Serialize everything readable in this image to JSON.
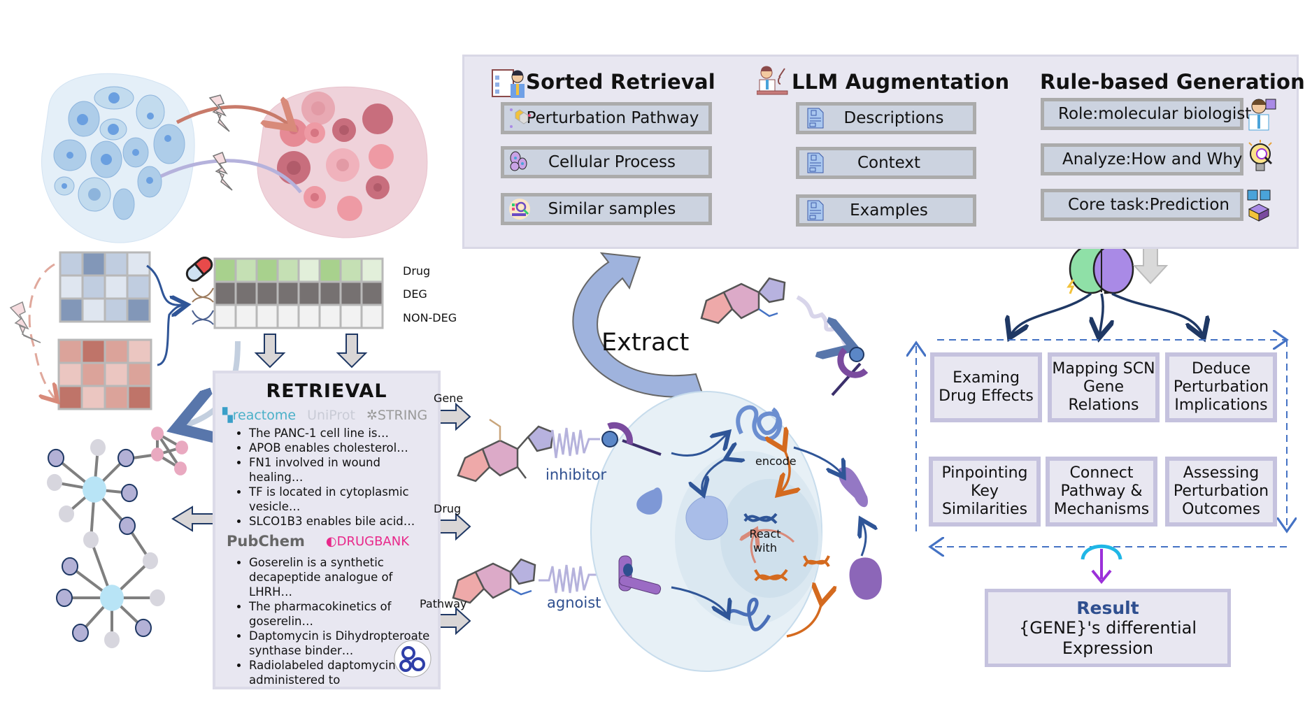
{
  "sorted_retrieval": {
    "title": "Sorted Retrieval",
    "icon": "clipboard-person-icon",
    "items": [
      {
        "label": "Perturbation Pathway",
        "icon": "pathway-hexagon-icon"
      },
      {
        "label": "Cellular Process",
        "icon": "cells-icon"
      },
      {
        "label": "Similar samples",
        "icon": "heatmap-magnifier-icon"
      }
    ]
  },
  "llm_augmentation": {
    "title": "LLM Augmentation",
    "icon": "scientist-microscope-icon",
    "middle_icon": "openai-logo-icon",
    "items": [
      {
        "label": "Descriptions",
        "icon": "document-icon"
      },
      {
        "label": "Context",
        "icon": "document-icon"
      },
      {
        "label": "Examples",
        "icon": "document-icon"
      }
    ]
  },
  "rule_based_generation": {
    "title": "Rule-based Generation",
    "items": [
      {
        "label": "Role:molecular biologist",
        "icon": "biologist-icon"
      },
      {
        "label": "Analyze:How and Why",
        "icon": "lightbulb-analysis-icon"
      },
      {
        "label": "Core task:Prediction",
        "icon": "prediction-cubes-icon"
      }
    ]
  },
  "heatmap_labels": {
    "drug": "Drug",
    "deg": "DEG",
    "non_deg": "NON-DEG"
  },
  "heatmap_colors": {
    "drug_row": [
      "#a8d18d",
      "#c5e0b4",
      "#a8d18d",
      "#c5e0b4",
      "#e2efda",
      "#a8d18d",
      "#c5e0b4",
      "#e2efda"
    ],
    "deg_row": "#767171",
    "non_deg_row": "#f2f2f2",
    "control_matrix": [
      [
        "#c0cde0",
        "#8297b8",
        "#c0cde0",
        "#dfe6f0"
      ],
      [
        "#dfe6f0",
        "#c0cde0",
        "#dfe6f0",
        "#c0cde0"
      ],
      [
        "#8297b8",
        "#dfe6f0",
        "#c0cde0",
        "#8297b8"
      ]
    ],
    "treated_matrix": [
      [
        "#dba39a",
        "#bf7469",
        "#dba39a",
        "#ebc6c1"
      ],
      [
        "#ebc6c1",
        "#dba39a",
        "#ebc6c1",
        "#dba39a"
      ],
      [
        "#bf7469",
        "#ebc6c1",
        "#dba39a",
        "#bf7469"
      ]
    ]
  },
  "retrieval": {
    "title": "RETRIEVAL",
    "gene_sources": [
      "reactome",
      "UniProt",
      "STRING"
    ],
    "gene_facts": [
      "The PANC-1 cell line is…",
      "APOB enables cholesterol…",
      "FN1 involved in wound healing…",
      "TF is located in cytoplasmic vesicle…",
      "SLCO1B3 enables bile acid…"
    ],
    "drug_sources": [
      "PubChem",
      "DRUGBANK"
    ],
    "drug_facts": [
      "Goserelin is a synthetic decapeptide analogue of LHRH…",
      "The pharmacokinetics of goserelin…",
      "Daptomycin is Dihydropteroate synthase binder…",
      "Radiolabeled daptomycin administered to"
    ],
    "pathway_icon": "kegg-pathway-icon"
  },
  "arrow_labels": {
    "gene": "Gene",
    "drug": "Drug",
    "pathway": "Pathway"
  },
  "cell_diagram": {
    "extract": "Extract",
    "inhibitor": "inhibitor",
    "agonist": "agnoist",
    "encode": "encode",
    "react_with": "React with"
  },
  "tasks": [
    "Examing Drug Effects",
    "Mapping SCN Gene Relations",
    "Deduce Perturbation Implications",
    "Pinpointing Key Similarities",
    "Connect Pathway & Mechanisms",
    "Assessing Perturbation Outcomes"
  ],
  "result": {
    "title": "Result",
    "text": "{GENE}'s differential Expression"
  },
  "colors": {
    "accent_navy": "#1f3864",
    "panel_bg": "#e8e7f1",
    "pill_bg": "#ccd3e0",
    "pill_border": "#ababab",
    "task_border": "#c5c2de",
    "dashed": "#4472c4",
    "result_title": "#2f4f8f",
    "orange": "#d46a1f",
    "result_arrow": "#9b30d9"
  }
}
